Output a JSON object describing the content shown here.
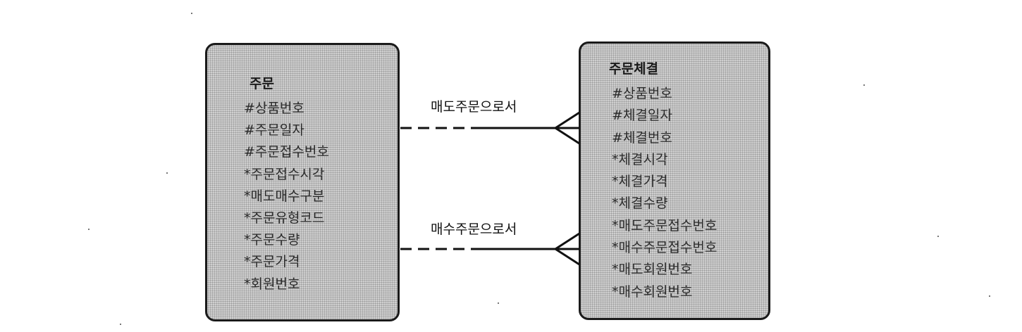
{
  "left_entity": {
    "title": "주문",
    "attributes": [
      "#상품번호",
      "#주문일자",
      "#주문접수번호",
      "*주문접수시각",
      "*매도매수구분",
      "*주문유형코드",
      "*주문수량",
      "*주문가격",
      "*회원번호"
    ]
  },
  "right_entity": {
    "title": "주문체결",
    "attributes": [
      "#상품번호",
      "#체결일자",
      "#체결번호",
      "*체결시각",
      "*체결가격",
      "*체결수량",
      "*매도주문접수번호",
      "*매수주문접수번호",
      "*매도회원번호",
      "*매수회원번호"
    ]
  },
  "relationships": [
    {
      "label": "매도주문으로서"
    },
    {
      "label": "매수주문으로서"
    }
  ]
}
